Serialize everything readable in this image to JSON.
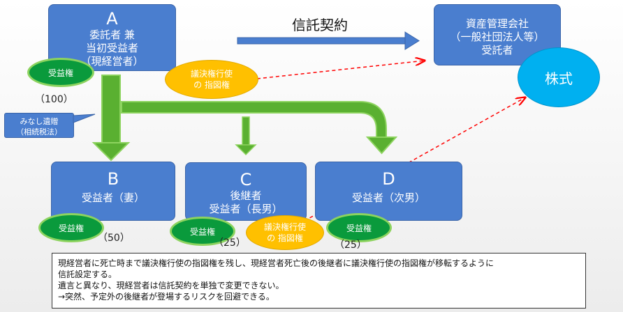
{
  "trust_contract": {
    "label": "信託契約"
  },
  "box_a": {
    "letter": "A",
    "line1": "委託者 兼",
    "line2": "当初受益者",
    "line3": "（現経営者）"
  },
  "box_trustee": {
    "line1": "資産管理会社",
    "line2": "（一般社団法人等）",
    "line3": "受託者"
  },
  "stock": {
    "label": "株式"
  },
  "box_b": {
    "letter": "B",
    "line1": "受益者（妻）"
  },
  "box_c": {
    "letter": "C",
    "line1": "後継者",
    "line2": "受益者（長男）"
  },
  "box_d": {
    "letter": "D",
    "line1": "受益者（次男）"
  },
  "beneficial_right": {
    "label": "受益権"
  },
  "voting_instruction": {
    "line1": "議決権行使",
    "line2": "の 指図権"
  },
  "shares": {
    "a": "（100）",
    "b": "（50）",
    "c": "（25）",
    "d": "（25）"
  },
  "callout": {
    "line1": "みなし遺贈",
    "line2": "（相続税法）"
  },
  "note": {
    "line1": "現経営者に死亡時まで議決権行使の指図権を残し、現経営者死亡後の後継者に議決権行使の指図権が移転するように",
    "line2": "信託設定する。",
    "line3": "遺言と異なり、現経営者は信託契約を単独で変更できない。",
    "line4": "→突然、予定外の後継者が登場するリスクを回避できる。"
  },
  "colors": {
    "box": "#4a7ecf",
    "arrow_green": "#5ab031",
    "oval_green": "#0a9a3c",
    "oval_orange": "#ffc000",
    "oval_blue": "#00b0f0",
    "dashed_red": "#ff0000"
  }
}
